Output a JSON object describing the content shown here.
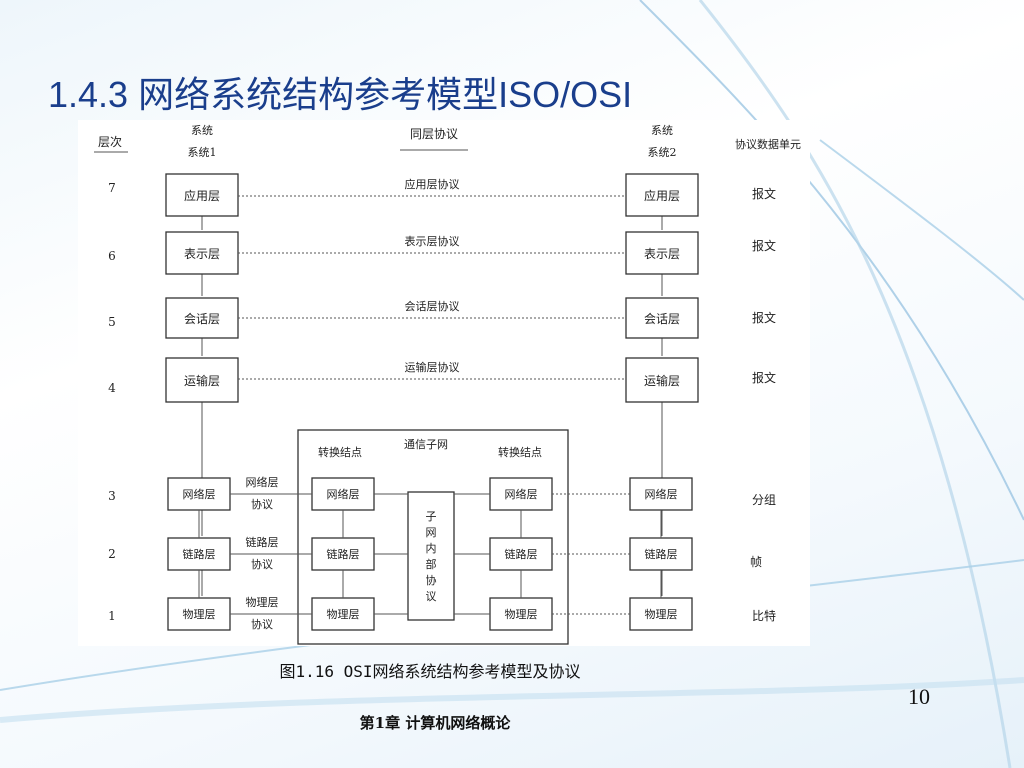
{
  "slide": {
    "title": "1.4.3 网络系统结构参考模型ISO/OSI",
    "caption": "图1.16 OSI网络系统结构参考模型及协议",
    "page_number": "10",
    "footer": "第1章 计算机网络概论"
  },
  "diagram": {
    "header_level": "层次",
    "header_system_left_top": "系统",
    "header_system_left": "系统1",
    "header_peer_protocol": "同层协议",
    "header_system_right_top": "系统",
    "header_system_right": "系统2",
    "header_pdu": "协议数据单元",
    "level_numbers": [
      "7",
      "6",
      "5",
      "4",
      "3",
      "2",
      "1"
    ],
    "layers_upper": [
      "应用层",
      "表示层",
      "会话层",
      "运输层"
    ],
    "upper_protocols": [
      "应用层协议",
      "表示层协议",
      "会话层协议",
      "运输层协议"
    ],
    "layers_lower": [
      "网络层",
      "链路层",
      "物理层"
    ],
    "lower_protocols": [
      [
        "网络层",
        "协议"
      ],
      [
        "链路层",
        "协议"
      ],
      [
        "物理层",
        "协议"
      ]
    ],
    "pdus": [
      "报文",
      "报文",
      "报文",
      "报文",
      "分组",
      "帧",
      "比特"
    ],
    "subnet_label": "通信子网",
    "switch_node_label": "转换结点",
    "subnet_internal_protocol": [
      "子",
      "网",
      "内",
      "部",
      "协",
      "议"
    ]
  },
  "colors": {
    "title": "#1a3e8c",
    "swoosh": "#9cc6e2"
  }
}
